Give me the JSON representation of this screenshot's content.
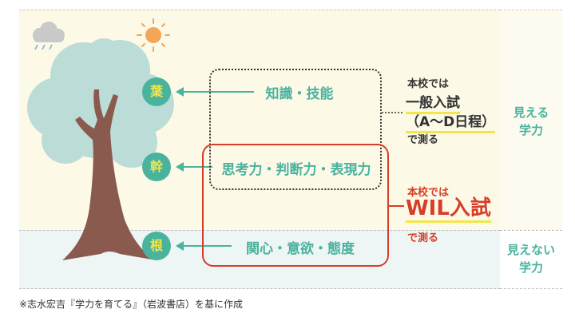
{
  "levels": {
    "leaf": "葉",
    "trunk": "幹",
    "root": "根"
  },
  "skills": {
    "knowledge": "知識・技能",
    "thinking": "思考力・判断力・表現力",
    "interest": "関心・意欲・態度"
  },
  "side_labels": {
    "visible_line1": "見える",
    "visible_line2": "学力",
    "invisible_line1": "見えない",
    "invisible_line2": "学力"
  },
  "notes": {
    "school_1": "本校では",
    "exam_general": "一般入試",
    "exam_ad": "（A～D日程）",
    "measured_1": "で測る",
    "school_2": "本校では",
    "exam_wil": "WIL入試",
    "measured_2": "で測る"
  },
  "footnote": "※志水宏吉『学力を育てる』（岩波書店）を基に作成",
  "colors": {
    "teal": "#49b39e",
    "yellow": "#f4e64a",
    "red": "#d63e2a",
    "foliage": "#bcdcd7",
    "trunk": "#8a5a4e",
    "sun": "#f2a65a"
  },
  "icons": [
    "cloud-rain-icon",
    "sun-icon",
    "tree-icon"
  ]
}
